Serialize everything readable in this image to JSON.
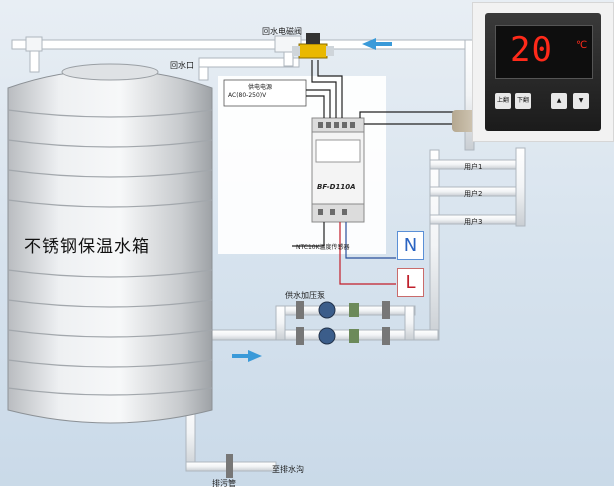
{
  "labels": {
    "tank": "不锈钢保温水箱",
    "return_valve": "回水电磁阀",
    "return_port": "回水口",
    "power_supply": "供电电源",
    "power_spec": "AC(80-250)V",
    "model": "BF-D110A",
    "sensor": "NTC10K温度传感器",
    "pump": "供水加压泵",
    "user1": "用户1",
    "user2": "用户2",
    "user3": "用户3",
    "drain_pipe": "排污管",
    "drain_ditch": "至排水沟",
    "neutral": "N",
    "live": "L"
  },
  "thermostat": {
    "display": "20",
    "unit": "℃",
    "btn_up": "上翻",
    "btn_down": "下翻"
  },
  "colors": {
    "background": "#dce6ef",
    "pipe": "#ffffff",
    "wire_red": "#c41e2a",
    "wire_blue": "#2a4f9a",
    "arrow": "#3a9ad9"
  }
}
